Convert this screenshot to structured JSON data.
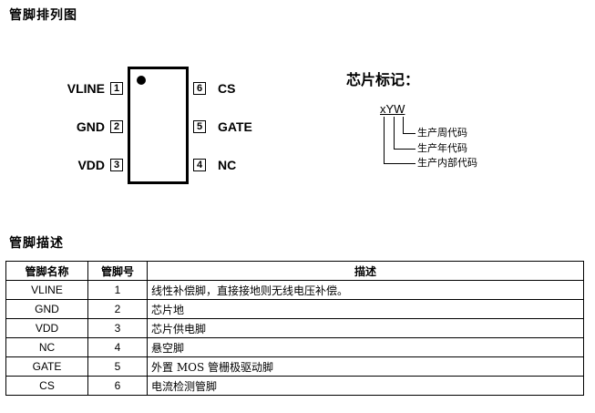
{
  "section1_title": "管脚排列图",
  "section2_title": "管脚描述",
  "chip": {
    "left_pins": [
      {
        "name": "VLINE",
        "num": "1"
      },
      {
        "name": "GND",
        "num": "2"
      },
      {
        "name": "VDD",
        "num": "3"
      }
    ],
    "right_pins": [
      {
        "name": "CS",
        "num": "6"
      },
      {
        "name": "GATE",
        "num": "5"
      },
      {
        "name": "NC",
        "num": "4"
      }
    ]
  },
  "marking": {
    "title": "芯片标记：",
    "code": "xYW",
    "week_code": "生产周代码",
    "year_code": "生产年代码",
    "internal_code": "生产内部代码"
  },
  "table": {
    "headers": [
      "管脚名称",
      "管脚号",
      "描述"
    ],
    "rows": [
      [
        "VLINE",
        "1",
        "线性补偿脚，直接接地则无线电压补偿。"
      ],
      [
        "GND",
        "2",
        "芯片地"
      ],
      [
        "VDD",
        "3",
        "芯片供电脚"
      ],
      [
        "NC",
        "4",
        "悬空脚"
      ],
      [
        "GATE",
        "5",
        "外置 MOS 管栅极驱动脚"
      ],
      [
        "CS",
        "6",
        "电流检测管脚"
      ]
    ]
  }
}
